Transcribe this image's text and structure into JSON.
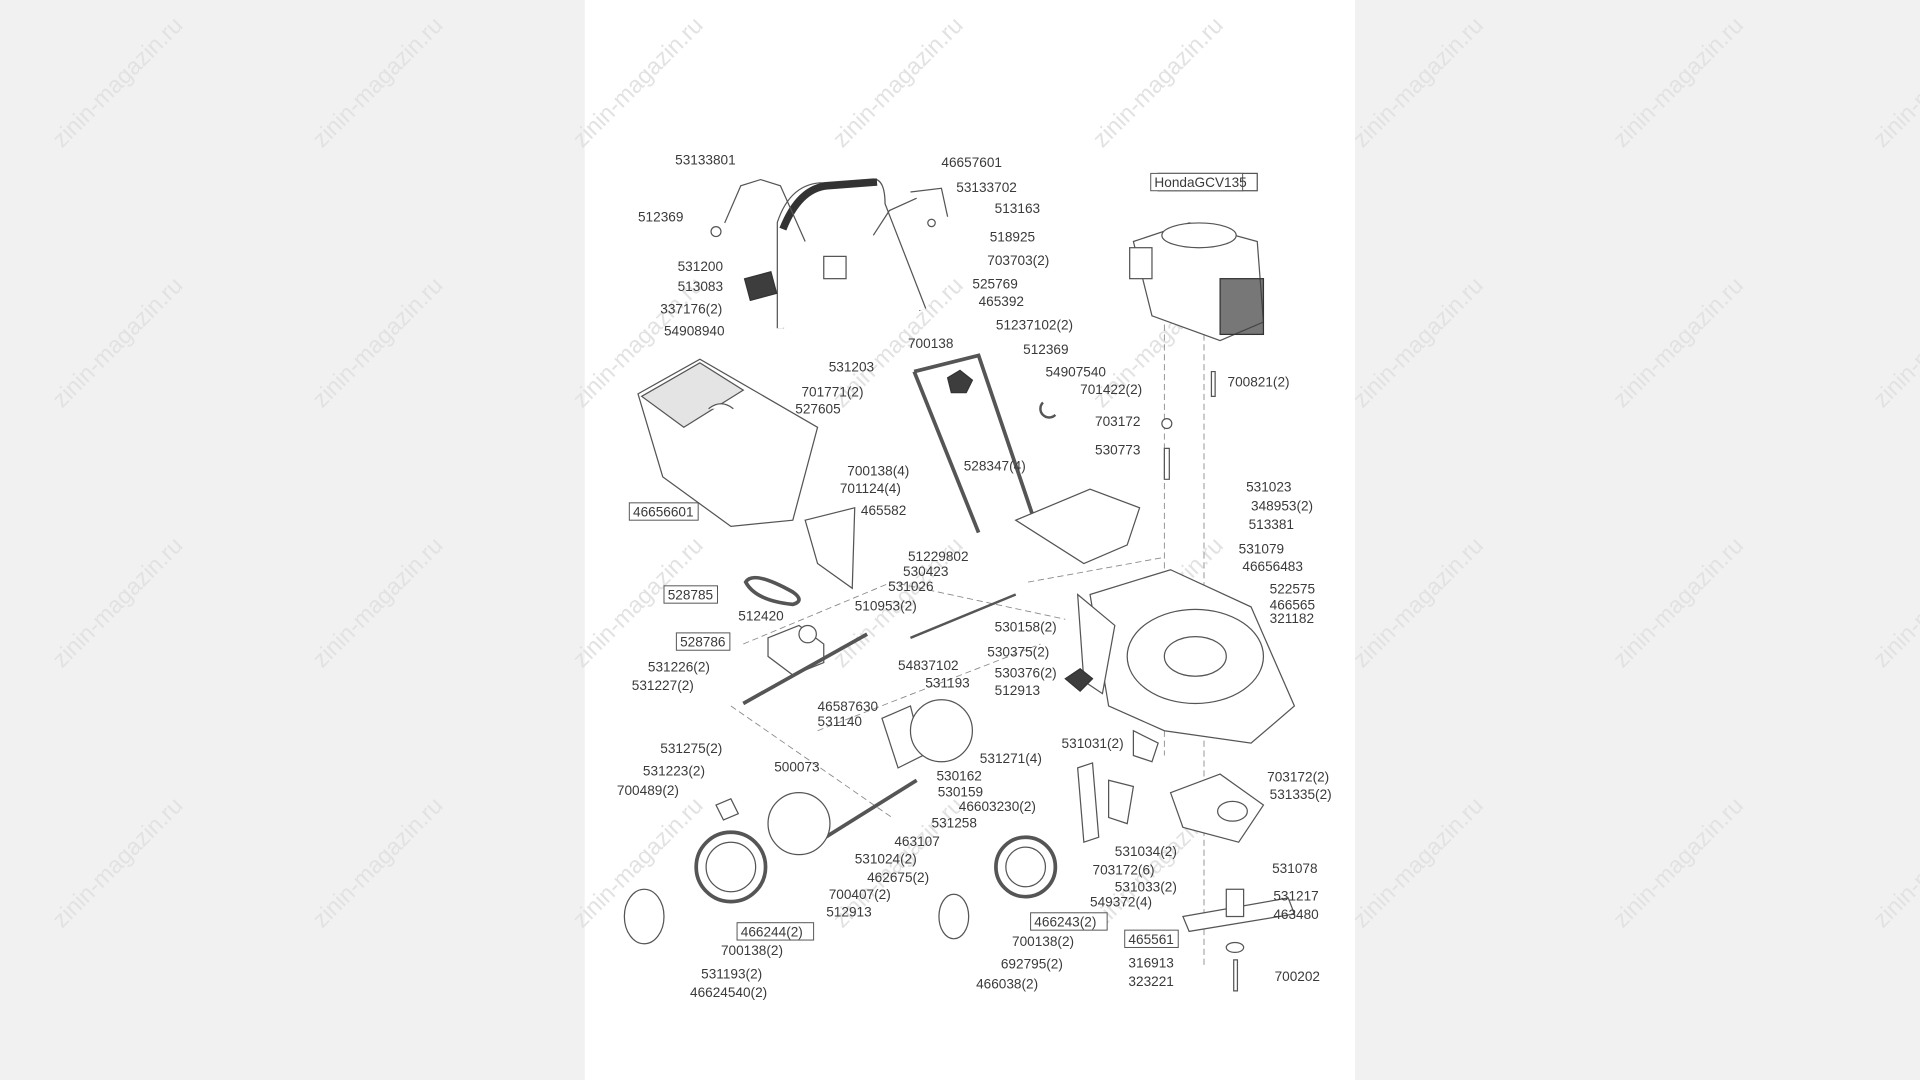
{
  "diagram": {
    "watermark": "zinin-magazin.ru",
    "engine_label": "HondaGCV135",
    "labels": [
      {
        "text": "53133801"
      },
      {
        "text": "46657601"
      },
      {
        "text": "53133702"
      },
      {
        "text": "512369"
      },
      {
        "text": "513163"
      },
      {
        "text": "518925"
      },
      {
        "text": "531200"
      },
      {
        "text": "703703(2)"
      },
      {
        "text": "513083"
      },
      {
        "text": "525769"
      },
      {
        "text": "337176(2)"
      },
      {
        "text": "465392"
      },
      {
        "text": "54908940"
      },
      {
        "text": "HondaGCV135",
        "boxed": true
      },
      {
        "text": "51237102(2)"
      },
      {
        "text": "700138"
      },
      {
        "text": "512369"
      },
      {
        "text": "531203"
      },
      {
        "text": "54907540"
      },
      {
        "text": "701771(2)"
      },
      {
        "text": "701422(2)"
      },
      {
        "text": "527605"
      },
      {
        "text": "700821(2)"
      },
      {
        "text": "703172"
      },
      {
        "text": "530773"
      },
      {
        "text": "700138(4)"
      },
      {
        "text": "528347(4)"
      },
      {
        "text": "701124(4)"
      },
      {
        "text": "531023"
      },
      {
        "text": "348953(2)"
      },
      {
        "text": "46656601",
        "boxed": true
      },
      {
        "text": "465582"
      },
      {
        "text": "513381"
      },
      {
        "text": "51229802"
      },
      {
        "text": "531079"
      },
      {
        "text": "530423"
      },
      {
        "text": "46656483"
      },
      {
        "text": "531026"
      },
      {
        "text": "522575"
      },
      {
        "text": "528785",
        "boxed": true
      },
      {
        "text": "466565"
      },
      {
        "text": "510953(2)"
      },
      {
        "text": "321182"
      },
      {
        "text": "512420"
      },
      {
        "text": "530158(2)"
      },
      {
        "text": "528786",
        "boxed": true
      },
      {
        "text": "530375(2)"
      },
      {
        "text": "54837102"
      },
      {
        "text": "531226(2)"
      },
      {
        "text": "530376(2)"
      },
      {
        "text": "531193"
      },
      {
        "text": "531227(2)"
      },
      {
        "text": "512913"
      },
      {
        "text": "46587630"
      },
      {
        "text": "531140"
      },
      {
        "text": "531031(2)"
      },
      {
        "text": "531275(2)"
      },
      {
        "text": "531271(4)"
      },
      {
        "text": "531223(2)"
      },
      {
        "text": "500073"
      },
      {
        "text": "530162"
      },
      {
        "text": "703172(2)"
      },
      {
        "text": "700489(2)"
      },
      {
        "text": "530159"
      },
      {
        "text": "531335(2)"
      },
      {
        "text": "46603230(2)"
      },
      {
        "text": "531258"
      },
      {
        "text": "463107"
      },
      {
        "text": "531034(2)"
      },
      {
        "text": "531024(2)"
      },
      {
        "text": "703172(6)"
      },
      {
        "text": "531078"
      },
      {
        "text": "462675(2)"
      },
      {
        "text": "531033(2)"
      },
      {
        "text": "700407(2)"
      },
      {
        "text": "549372(4)"
      },
      {
        "text": "531217"
      },
      {
        "text": "512913"
      },
      {
        "text": "463480"
      },
      {
        "text": "466243(2)",
        "boxed": true
      },
      {
        "text": "466244(2)",
        "boxed": true
      },
      {
        "text": "465561",
        "boxed": true
      },
      {
        "text": "700138(2)"
      },
      {
        "text": "700138(2)"
      },
      {
        "text": "316913"
      },
      {
        "text": "692795(2)"
      },
      {
        "text": "531193(2)"
      },
      {
        "text": "700202"
      },
      {
        "text": "323221"
      },
      {
        "text": "466038(2)"
      },
      {
        "text": "46624540(2)"
      }
    ]
  }
}
